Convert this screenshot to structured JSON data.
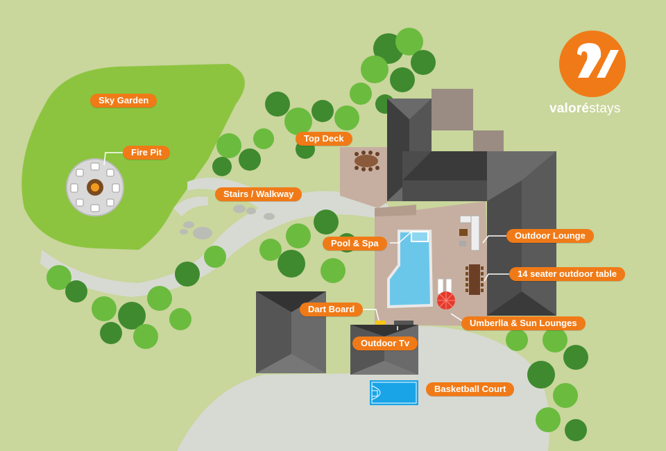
{
  "colors": {
    "background": "#c9d69c",
    "lawn": "#8cc43f",
    "path": "#d7dad3",
    "roof_dark": "#4c4c4c",
    "roof_mid": "#6a6a6a",
    "deck": "#c6afa0",
    "pool": "#6bc7ea",
    "court": "#1aa4e8",
    "label_bg": "#f07a17",
    "label_text": "#ffffff",
    "tree_dark": "#3f8a2f",
    "tree_light": "#6bbb3f"
  },
  "labels": {
    "sky_garden": "Sky Garden",
    "fire_pit": "Fire Pit",
    "top_deck": "Top Deck",
    "stairs_walkway": "Stairs / Walkway",
    "pool_spa": "Pool & Spa",
    "outdoor_lounge": "Outdoor Lounge",
    "outdoor_table": "14 seater outdoor table",
    "dart_board": "Dart Board",
    "umbrella_sun_lounges": "Umberlla & Sun Lounges",
    "outdoor_tv": "Outdoor Tv",
    "basketball_court": "Basketball Court"
  },
  "brand": {
    "name_part1": "valoré",
    "name_part2": "stays",
    "logo_icon": "valore-logo-icon"
  }
}
